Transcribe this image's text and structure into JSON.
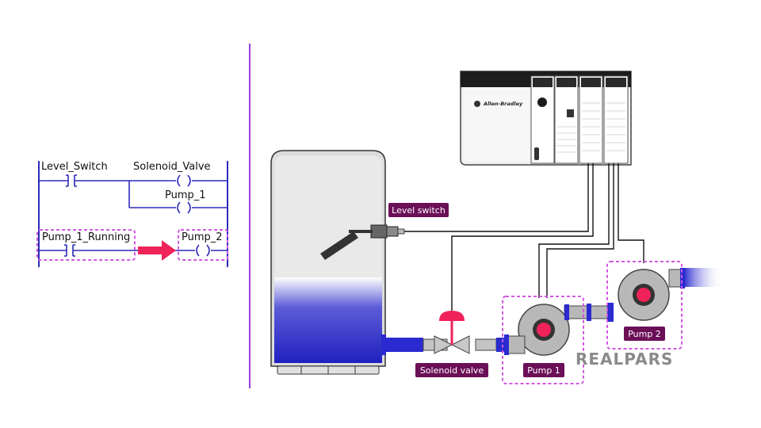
{
  "ladder": {
    "rung1": {
      "contact_label": "Level_Switch",
      "coil_label": "Solenoid_Valve",
      "branch_coil_label": "Pump_1"
    },
    "rung2": {
      "contact_label": "Pump_1_Running",
      "coil_label": "Pump_2"
    }
  },
  "plant": {
    "level_switch_tag": "Level switch",
    "solenoid_valve_tag": "Solenoid valve",
    "pump1_tag": "Pump 1",
    "pump2_tag": "Pump 2"
  },
  "plc": {
    "brand": "Allen-Bradley"
  },
  "logo": {
    "text": "REALPARS"
  },
  "colors": {
    "rung_line": "#2b2bb8",
    "divider": "#9b3fe0",
    "highlight_dash": "#d05ae0",
    "arrow": "#f0225a",
    "tag_bg": "#6b0f57",
    "water": "#2424c8",
    "pipe": "#2a2ad0",
    "impeller": "#f0225a"
  }
}
